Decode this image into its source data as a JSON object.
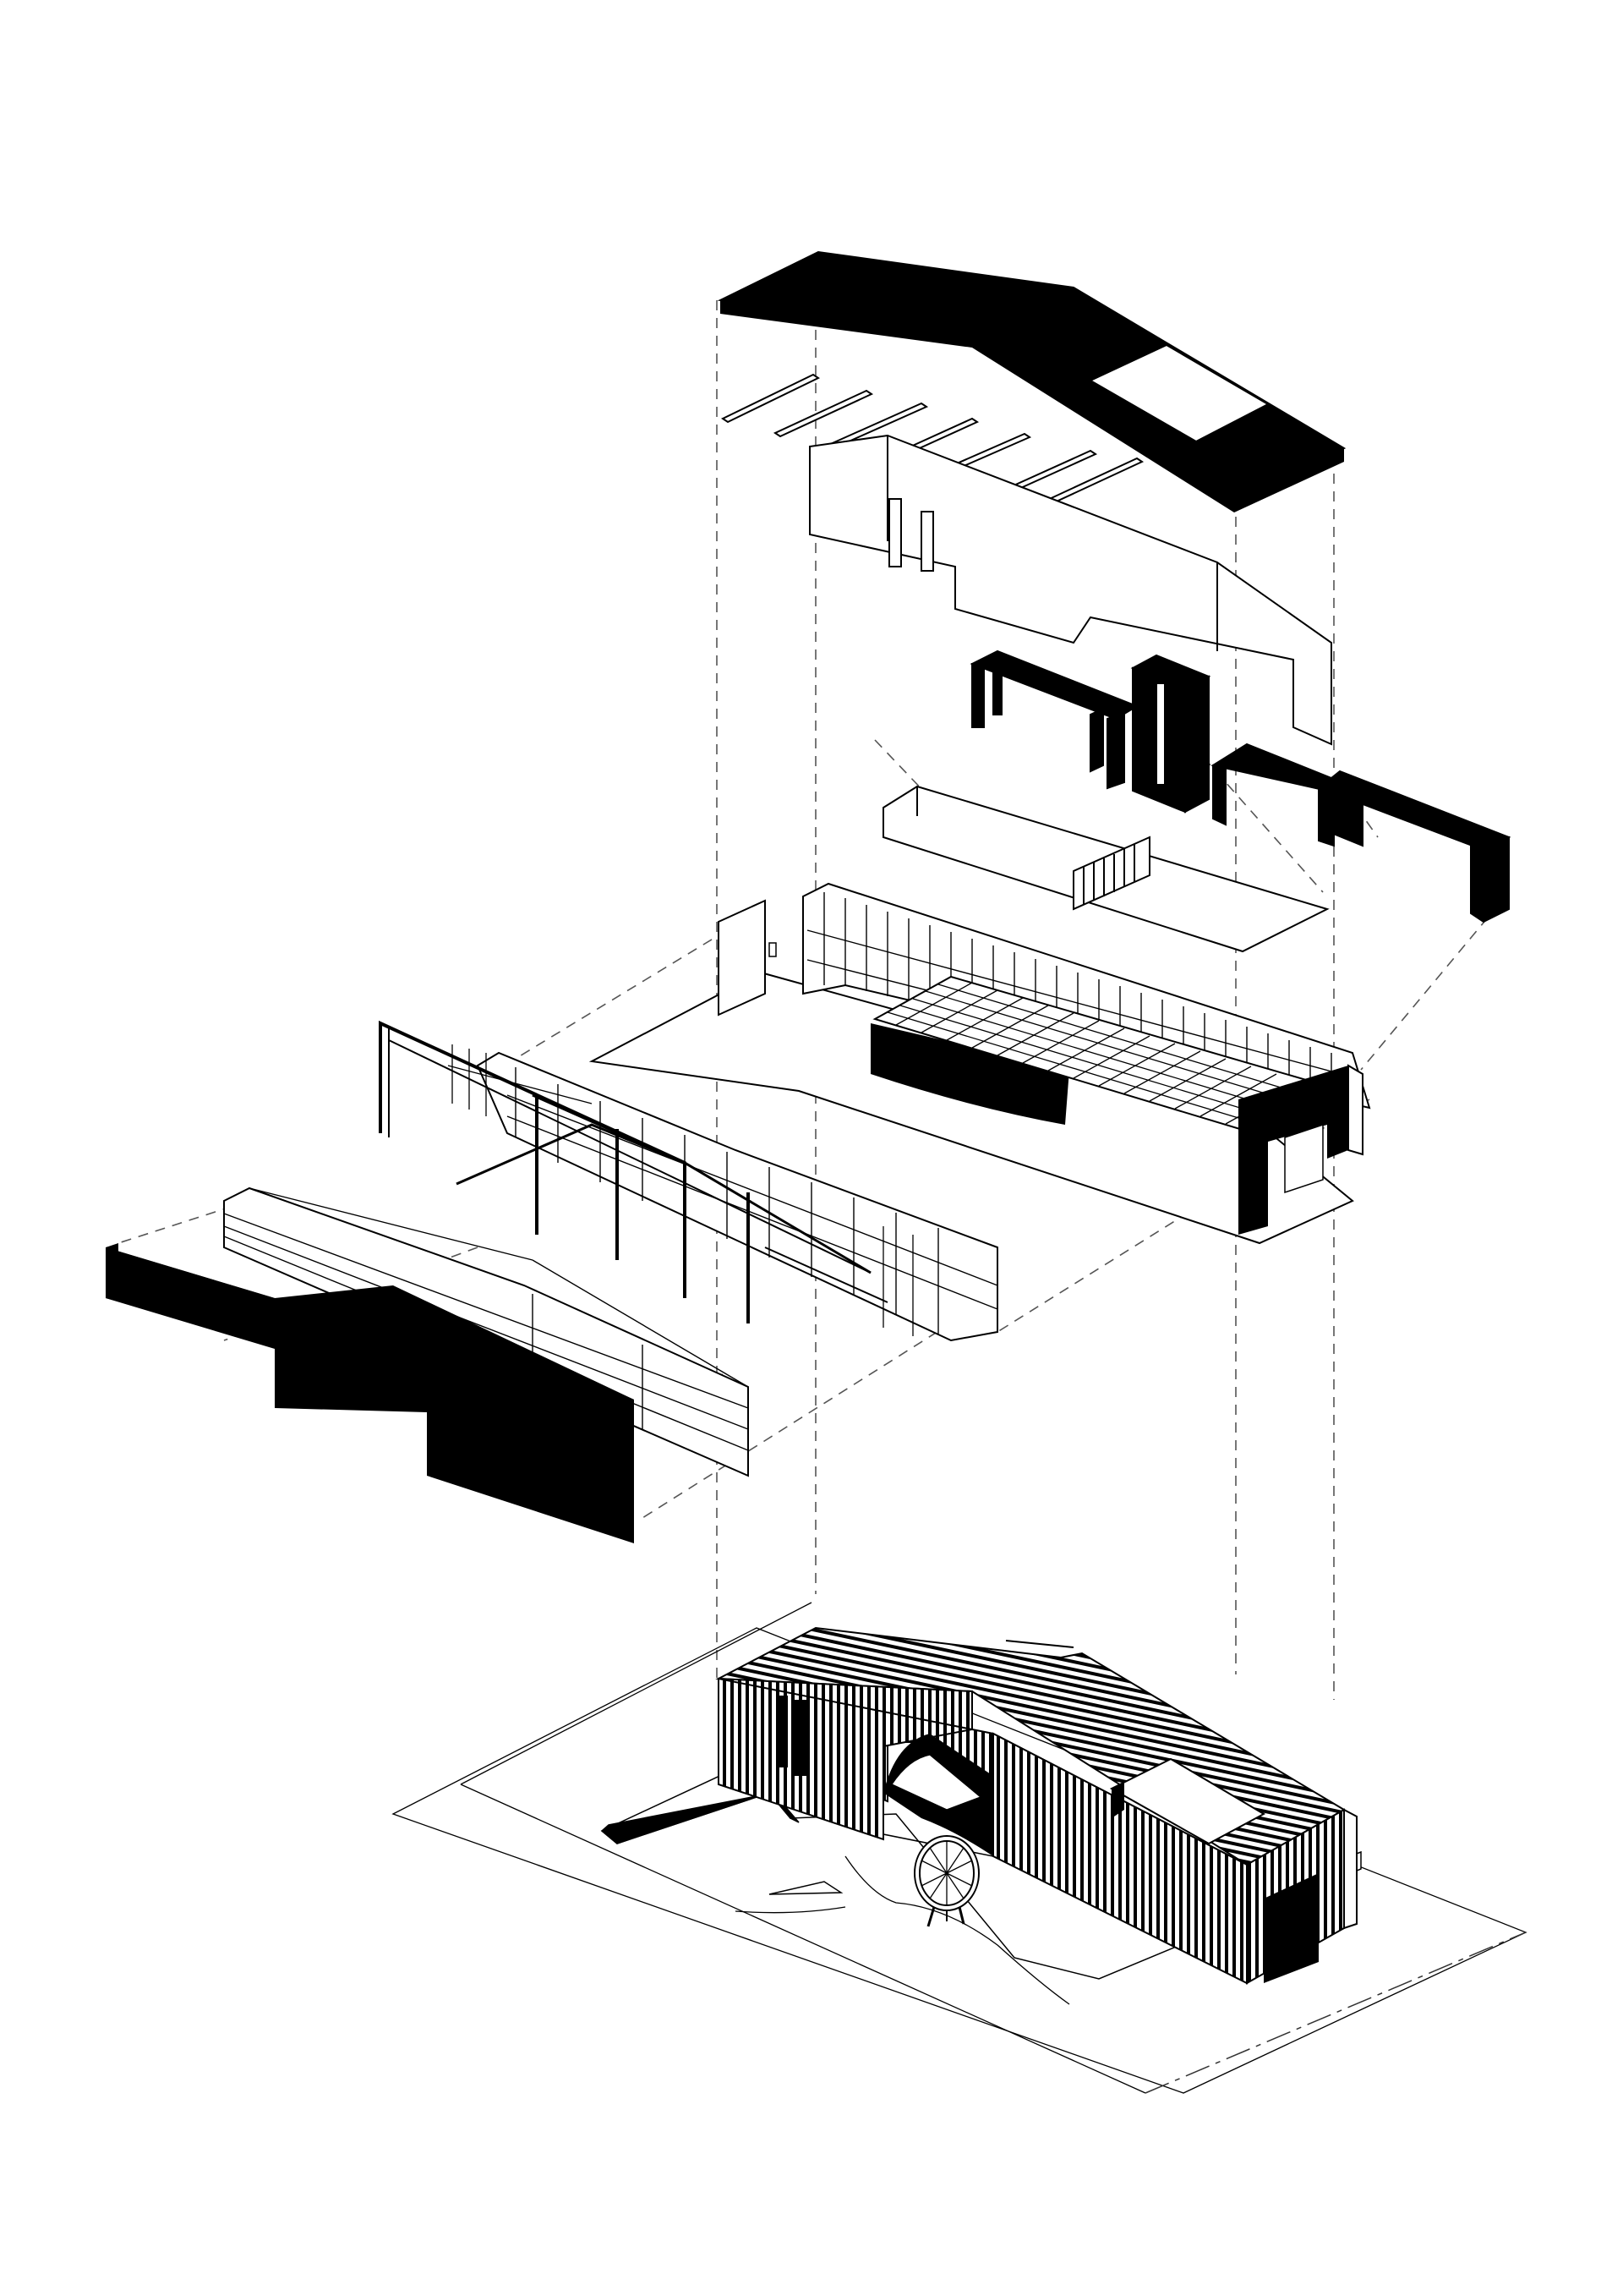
{
  "diagram": {
    "kind": "exploded-axonometric",
    "colors": {
      "ink": "#000000",
      "paper": "#ffffff",
      "guide": "#555555"
    },
    "layers": [
      {
        "id": "roof",
        "fill": "black"
      },
      {
        "id": "roof-purlins",
        "fill": "outline"
      },
      {
        "id": "upper-rear-wall",
        "fill": "outline"
      },
      {
        "id": "service-core",
        "fill": "black"
      },
      {
        "id": "mezzanine-slab",
        "fill": "outline"
      },
      {
        "id": "glazed-structure-and-floor",
        "fill": "outline"
      },
      {
        "id": "steel-frame",
        "fill": "outline"
      },
      {
        "id": "timber-cladding-wall",
        "fill": "outline"
      },
      {
        "id": "front-wall",
        "fill": "black"
      },
      {
        "id": "assembled-building",
        "fill": "hatched"
      },
      {
        "id": "site-plot",
        "fill": "outline"
      },
      {
        "id": "bicycle-sculpture",
        "fill": "outline"
      }
    ]
  }
}
